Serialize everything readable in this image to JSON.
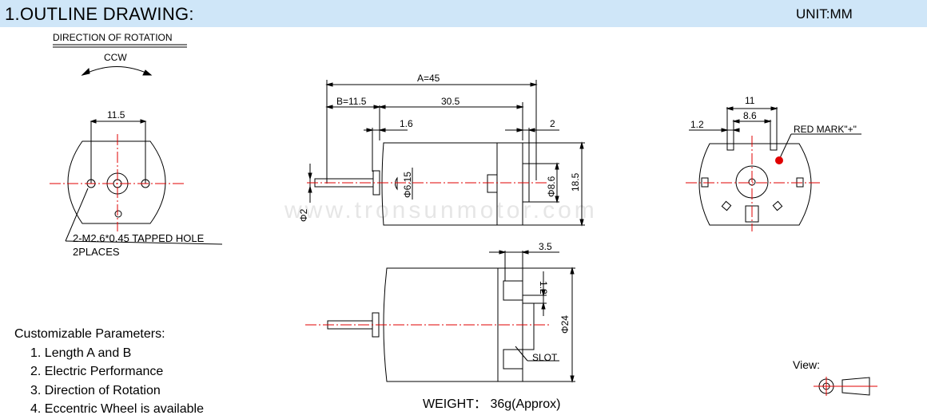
{
  "header": {
    "title": "1.OUTLINE DRAWING:",
    "unit": "UNIT:MM"
  },
  "left_view": {
    "direction_label": "DIRECTION OF ROTATION",
    "rotation": "CCW",
    "hole_spacing": "11.5",
    "hole_note_line1": "2-M2.6*0.45 TAPPED HOLE",
    "hole_note_line2": "2PLACES"
  },
  "side_view": {
    "length_a": "A=45",
    "length_b": "B=11.5",
    "body_length": "30.5",
    "flange": "1.6",
    "rear": "2",
    "shaft_dia": "Φ2",
    "boss_dia": "Φ6.15",
    "rear_boss_dia": "Φ8.6",
    "height": "18.5"
  },
  "rear_view": {
    "width": "11",
    "terminal_gap": "8.6",
    "terminal_width": "1.2",
    "red_mark": "RED MARK\"+\""
  },
  "bottom_view": {
    "terminal_length": "3.5",
    "terminal_thickness": "1.2",
    "diameter": "Φ24",
    "slot": "SLOT"
  },
  "watermark": "www.tronsunmotor.com",
  "parameters": {
    "title": "Customizable Parameters:",
    "items": [
      "1. Length A and B",
      "2. Electric Performance",
      "3. Direction of Rotation",
      "4. Eccentric Wheel is available"
    ]
  },
  "weight": "WEIGHT： 36g(Approx)",
  "view_label": "View:",
  "colors": {
    "header_bg": "#cfe6f8",
    "red_mark": "#e00000",
    "center_line": "#e00000",
    "watermark": "#e6e6e6"
  }
}
